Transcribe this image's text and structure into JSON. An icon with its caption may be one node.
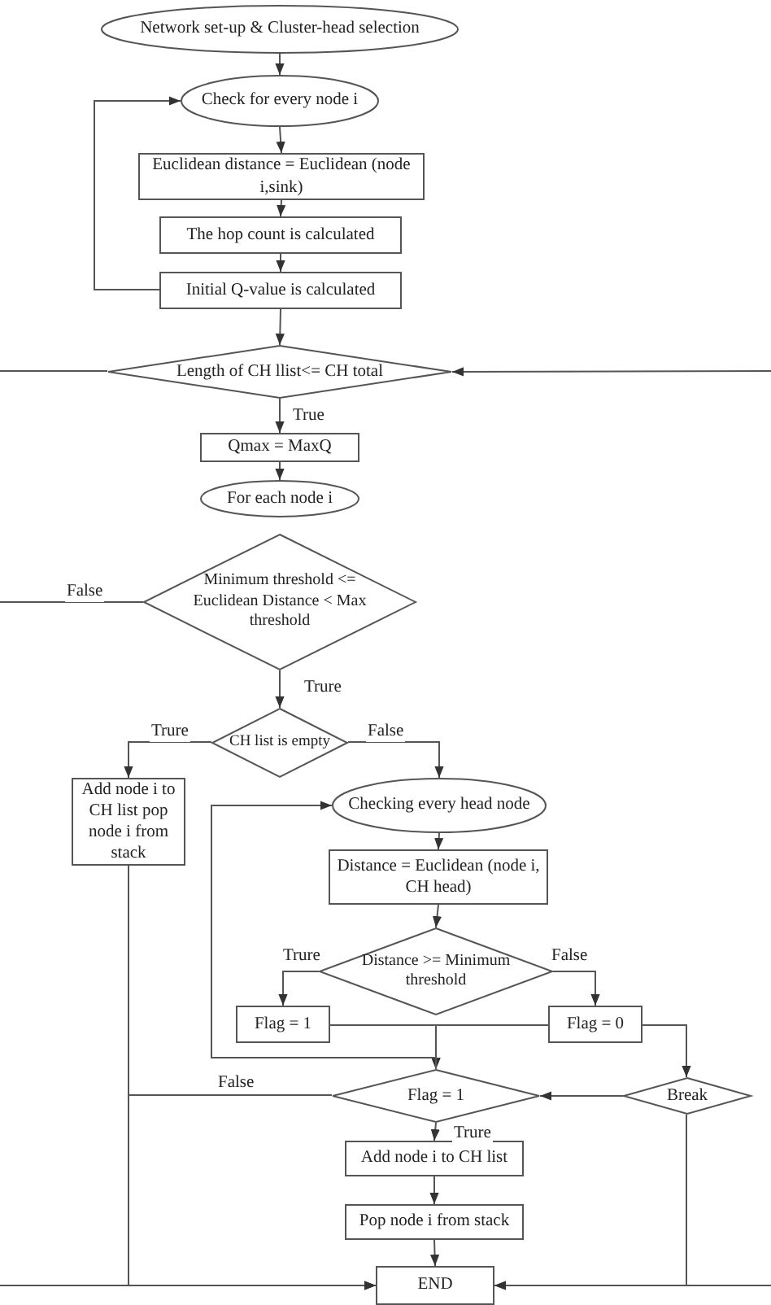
{
  "diagram": {
    "nodes": [
      {
        "text": [
          "Network set-up & Cluster-head selection"
        ]
      },
      {
        "text": [
          "Check for every node i"
        ]
      },
      {
        "text": [
          "Euclidean distance = Euclidean (node i,sink)"
        ]
      },
      {
        "text": [
          "The hop count is calculated"
        ]
      },
      {
        "text": [
          "Initial Q-value is calculated"
        ]
      },
      {
        "text": [
          "Length of CH llist<= CH total"
        ]
      },
      {
        "text": [
          "Qmax = MaxQ"
        ]
      },
      {
        "text": [
          "For each node i"
        ]
      },
      {
        "text": [
          "Minimum threshold <= Euclidean Distance < Max threshold"
        ]
      },
      {
        "text": [
          "CH list is empty"
        ]
      },
      {
        "text": [
          "Add node i to CH list pop node i from stack"
        ]
      },
      {
        "text": [
          "Checking every head node"
        ]
      },
      {
        "text": [
          "Distance = Euclidean (node i, CH head)"
        ]
      },
      {
        "text": [
          "Distance >= Minimum threshold"
        ]
      },
      {
        "text": [
          "Flag = 1"
        ]
      },
      {
        "text": [
          "Flag = 0"
        ]
      },
      {
        "text": [
          "Flag = 1"
        ]
      },
      {
        "text": [
          "Break"
        ]
      },
      {
        "text": [
          "Add node i to CH list"
        ]
      },
      {
        "text": [
          "Pop node i from stack"
        ]
      },
      {
        "text": [
          "END"
        ]
      }
    ],
    "edges": [
      {
        "from": 0,
        "to": 1,
        "arrow": "to"
      },
      {
        "from": 1,
        "to": 2,
        "arrow": "to"
      },
      {
        "from": 2,
        "to": 3,
        "arrow": "to"
      },
      {
        "from": 3,
        "to": 4,
        "arrow": "to"
      },
      {
        "from": 4,
        "to": 1,
        "arrow": "to"
      },
      {
        "from": 4,
        "to": 5,
        "arrow": "to"
      },
      {
        "from": 5,
        "to": null,
        "arrow": "none"
      },
      {
        "from": null,
        "to": 5,
        "arrow": "to"
      },
      {
        "from": 5,
        "to": 6,
        "arrow": "to",
        "label": "True"
      },
      {
        "from": 6,
        "to": 7,
        "arrow": "to"
      },
      {
        "from": 8,
        "to": null,
        "arrow": "none",
        "label": "False"
      },
      {
        "from": 8,
        "to": 9,
        "arrow": "to",
        "label": "Trure"
      },
      {
        "from": 9,
        "to": 10,
        "arrow": "to",
        "label": "Trure"
      },
      {
        "from": 9,
        "to": 11,
        "arrow": "to",
        "label": "False"
      },
      {
        "from": 10,
        "to": 20,
        "arrow": "to"
      },
      {
        "from": 11,
        "to": 12,
        "arrow": "to"
      },
      {
        "from": 12,
        "to": 13,
        "arrow": "to"
      },
      {
        "from": 13,
        "to": 14,
        "arrow": "to",
        "label": "Trure"
      },
      {
        "from": 13,
        "to": 15,
        "arrow": "to",
        "label": "False"
      },
      {
        "from": 14,
        "to": 16,
        "arrow": "to"
      },
      {
        "from": 15,
        "to": 16,
        "arrow": "to"
      },
      {
        "from": 15,
        "to": 17,
        "arrow": "to"
      },
      {
        "from": 16,
        "to": 11,
        "arrow": "to"
      },
      {
        "from": 17,
        "to": 16,
        "arrow": "to"
      },
      {
        "from": 16,
        "to": 18,
        "arrow": "to",
        "label": "Trure"
      },
      {
        "from": 18,
        "to": 19,
        "arrow": "to"
      },
      {
        "from": 19,
        "to": 20,
        "arrow": "to"
      },
      {
        "from": 16,
        "to": 20,
        "arrow": "to",
        "label": "False"
      },
      {
        "from": 17,
        "to": 20,
        "arrow": "to"
      },
      {
        "from": null,
        "to": 20,
        "arrow": "to"
      },
      {
        "from": null,
        "to": 20,
        "arrow": "to"
      }
    ]
  }
}
